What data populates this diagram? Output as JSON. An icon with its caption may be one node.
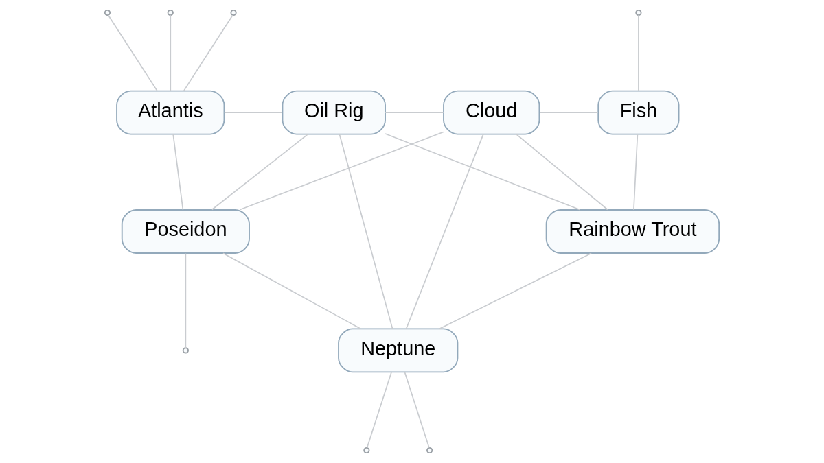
{
  "diagram": {
    "nodes": [
      {
        "text": [
          "Atlantis"
        ]
      },
      {
        "text": [
          "Oil Rig"
        ]
      },
      {
        "text": [
          "Cloud"
        ]
      },
      {
        "text": [
          "Fish"
        ]
      },
      {
        "text": [
          "Poseidon"
        ]
      },
      {
        "text": [
          "Rainbow Trout"
        ]
      },
      {
        "text": [
          "Neptune"
        ]
      }
    ],
    "edges": [
      {
        "from": 0,
        "to": 1,
        "arrow": "none"
      },
      {
        "from": 0,
        "to": 4,
        "arrow": "none"
      },
      {
        "from": 1,
        "to": 4,
        "arrow": "none"
      },
      {
        "from": 1,
        "to": 2,
        "arrow": "none"
      },
      {
        "from": 2,
        "to": 5,
        "arrow": "none"
      },
      {
        "from": 2,
        "to": 6,
        "arrow": "none"
      },
      {
        "from": 2,
        "to": 4,
        "arrow": "none"
      },
      {
        "from": 1,
        "to": 5,
        "arrow": "none"
      },
      {
        "from": 1,
        "to": 6,
        "arrow": "none"
      },
      {
        "from": 2,
        "to": 3,
        "arrow": "none"
      },
      {
        "from": 3,
        "to": 5,
        "arrow": "none"
      },
      {
        "from": 4,
        "to": 6,
        "arrow": "none"
      },
      {
        "from": 5,
        "to": 6,
        "arrow": "none"
      },
      {
        "from": 0,
        "to": null,
        "arrow": "none"
      },
      {
        "from": 0,
        "to": null,
        "arrow": "none"
      },
      {
        "from": 0,
        "to": null,
        "arrow": "none"
      },
      {
        "from": 4,
        "to": null,
        "arrow": "none"
      },
      {
        "from": 6,
        "to": null,
        "arrow": "none"
      },
      {
        "from": 6,
        "to": null,
        "arrow": "none"
      },
      {
        "from": 3,
        "to": null,
        "arrow": "none"
      }
    ]
  }
}
